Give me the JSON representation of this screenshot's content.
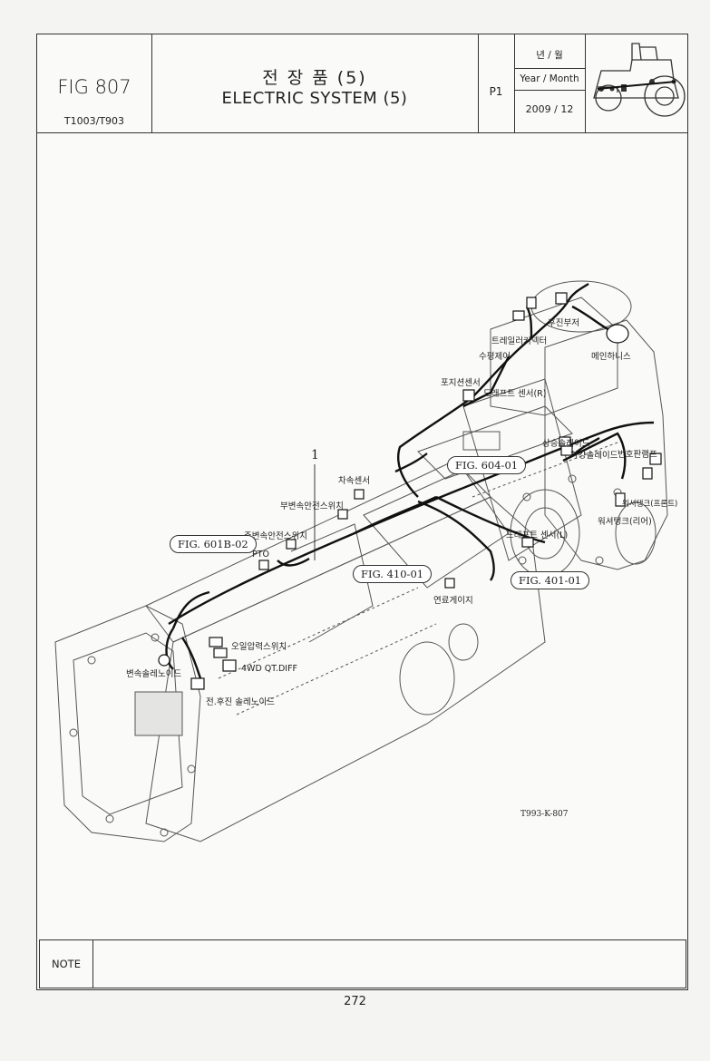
{
  "header": {
    "fig_number": "FIG 807",
    "model": "T1003/T903",
    "title_ko": "전 장 품 (5)",
    "title_en": "ELECTRIC SYSTEM (5)",
    "page_code": "P1",
    "date_label_ko": "년 / 월",
    "date_label_en": "Year / Month",
    "date_value": "2009 / 12",
    "icon": "tractor-electric-icon"
  },
  "diagram": {
    "part_number": "1",
    "drawing_code": "T993-K-807",
    "figure_refs": [
      "FIG. 604-01",
      "FIG. 601B-02",
      "FIG. 410-01",
      "FIG. 401-01"
    ],
    "labels": {
      "rear_buzzer": "후진부저",
      "trailer_connector": "트레일러커넥터",
      "level_control": "수평제어",
      "main_harness": "메인하니스",
      "position_sensor": "포지션센서",
      "draft_sensor_r": "드래프트 센서(R)",
      "lift_solenoid": "상승솔레이드",
      "lower_solenoid": "하강솔레이드",
      "plate_lamp": "번호판램프",
      "washer_tank_front": "워셔탱크(프론트)",
      "washer_tank_rear": "워셔탱크(리어)",
      "speed_sensor": "차속센서",
      "sub_shift_safety_switch": "부변속안전스위치",
      "main_shift_safety_switch": "주변속안전스위치",
      "pto": "PTO",
      "draft_sensor_l": "드래프트 센서(L)",
      "fuel_gauge": "연료게이지",
      "oil_pressure_switch": "오일압력스위치",
      "four_wd_qt_diff": "4WD QT.DIFF",
      "shift_solenoid": "변속솔레노이드",
      "fwd_rev_solenoid": "전.후진 솔레노이드"
    }
  },
  "note": {
    "label": "NOTE"
  },
  "footer": {
    "page_number": "272"
  }
}
